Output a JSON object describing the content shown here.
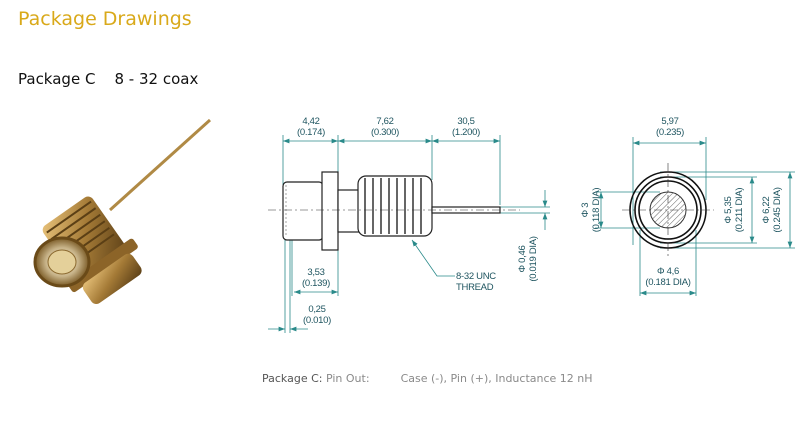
{
  "header": {
    "title": "Package Drawings"
  },
  "package": {
    "name": "Package C",
    "type": "8 - 32 coax"
  },
  "side_view": {
    "dim_a": "4,42",
    "dim_a_in": "(0.174)",
    "dim_b": "7,62",
    "dim_b_in": "(0.300)",
    "dim_c": "30,5",
    "dim_c_in": "(1.200)",
    "dim_d": "3,53",
    "dim_d_in": "(0.139)",
    "dim_e": "0,25",
    "dim_e_in": "(0.010)",
    "pin_dia": "Φ 0,46",
    "pin_dia_in": "(0.019 DIA)",
    "thread_1": "8-32 UNC",
    "thread_2": "THREAD"
  },
  "front_view": {
    "width": "5,97",
    "width_in": "(0.235)",
    "dia_3": "Φ 3",
    "dia_3_in": "(0.118 DIA)",
    "dia_535": "Φ 5,35",
    "dia_535_in": "(0.211 DIA)",
    "dia_622": "Φ 6,22",
    "dia_622_in": "(0.245 DIA)",
    "dia_46": "Φ 4,6",
    "dia_46_in": "(0.181 DIA)"
  },
  "caption": {
    "label": "Package C:",
    "pinout_label": "Pin Out:",
    "pinout": "Case (-), Pin (+), Inductance 12 nH"
  },
  "colors": {
    "title": "#d9a91a",
    "dimension": "#2a8a8a"
  }
}
